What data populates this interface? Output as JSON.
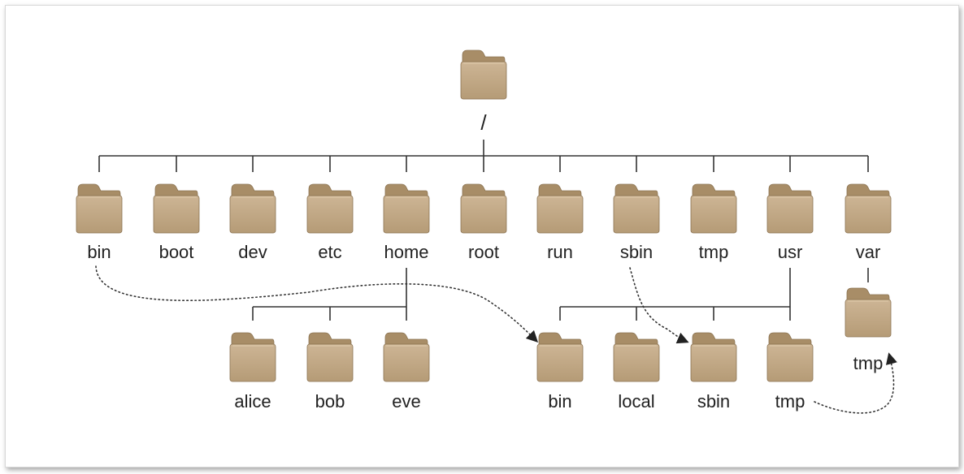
{
  "tree": {
    "root": {
      "label": "/"
    },
    "level1": [
      "bin",
      "boot",
      "dev",
      "etc",
      "home",
      "root",
      "run",
      "sbin",
      "tmp",
      "usr",
      "var"
    ],
    "home_children": [
      "alice",
      "bob",
      "eve"
    ],
    "usr_children": [
      "bin",
      "local",
      "sbin",
      "tmp"
    ],
    "var_children": [
      "tmp"
    ]
  },
  "links": [
    {
      "from": "/bin",
      "to": "/usr/bin",
      "style": "dotted-arrow"
    },
    {
      "from": "/sbin",
      "to": "/usr/sbin",
      "style": "dotted-arrow"
    },
    {
      "from": "/usr/tmp",
      "to": "/var/tmp",
      "style": "dotted-arrow"
    }
  ],
  "colors": {
    "folder_body": "#c2a986",
    "folder_tab": "#a88d67",
    "folder_edge": "#8b7352",
    "line": "#333333"
  },
  "icon": "folder-icon"
}
